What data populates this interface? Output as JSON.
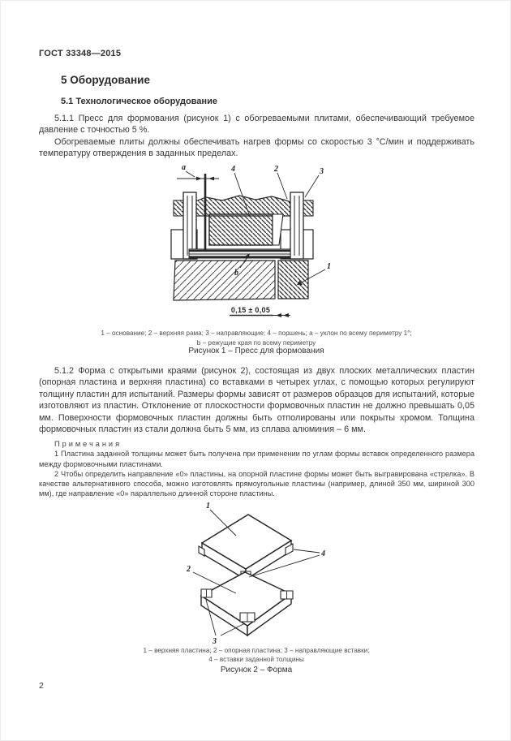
{
  "doc": {
    "header": "ГОСТ 33348—2015",
    "page_number": "2"
  },
  "content": {
    "section_title": "5 Оборудование",
    "subsection_title": "5.1 Технологическое оборудование",
    "p1": "5.1.1 Пресс для формования (рисунок 1) с обогреваемыми плитами, обеспечивающий требуемое давление с точностью 5 %.",
    "p2": "Обогреваемые плиты должны обеспечивать нагрев формы со скоростью 3 °С/мин и поддерживать температуру отверждения в заданных пределах.",
    "p3": "5.1.2 Форма с открытыми краями (рисунок 2), состоящая из двух плоских металлических пластин (опорная пластина и верхняя пластина) со вставками в четырех углах, с помощью которых регулируют толщину пластин для испытаний. Размеры формы зависят от размеров образцов для испытаний, которые изготовляют из пластин. Отклонение от плоскостности формовочных пластин не должно превышать 0,05 мм. Поверхности формовочных пластин должны быть отполированы или покрыты хромом. Толщина формовочных пластин из стали должна быть 5 мм, из сплава алюминия – 6 мм.",
    "notes_title": "Примечания",
    "note1": "1 Пластина заданной толщины может быть получена при применении по углам формы вставок определенного размера между формовочными пластинами.",
    "note2": "2 Чтобы определить направление «0» пластины, на опорной пластине формы может быть выгравирована «стрелка». В качестве альтернативного способа, можно изготовлять прямоугольные пластины (например, длиной 350 мм, шириной 300 мм), где направление «0» параллельно длинной стороне пластины."
  },
  "figure1": {
    "labels": {
      "a": "а",
      "b": "b",
      "n1": "1",
      "n2": "2",
      "n3": "3",
      "n4": "4"
    },
    "dimension": "0,15 ± 0,05",
    "caption_line1": "1 – основание; 2 – верхняя рама; 3 – направляющие; 4 – поршень; а – уклон по всему периметру 1°;",
    "caption_line2": "b – режущие края по всему периметру",
    "title": "Рисунок 1 – Пресс для формования"
  },
  "figure2": {
    "labels": {
      "n1": "1",
      "n2": "2",
      "n3": "3",
      "n4": "4"
    },
    "caption_line1": "1 – верхняя пластина; 2 – опорная пластина; 3 – направляющие вставки;",
    "caption_line2": "4 – вставки заданной толщины",
    "title": "Рисунок 2 – Форма"
  }
}
